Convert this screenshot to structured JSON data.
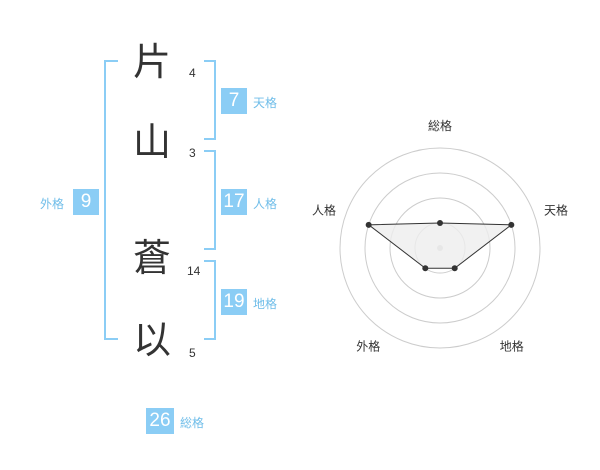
{
  "name": {
    "chars": [
      {
        "char": "片",
        "strokes": "4"
      },
      {
        "char": "山",
        "strokes": "3"
      },
      {
        "char": "蒼",
        "strokes": "14"
      },
      {
        "char": "以",
        "strokes": "5"
      }
    ]
  },
  "kakusu": {
    "tenkaku": {
      "value": "7",
      "label": "天格"
    },
    "jinkaku": {
      "value": "17",
      "label": "人格"
    },
    "chikaku": {
      "value": "19",
      "label": "地格"
    },
    "gaikaku": {
      "value": "9",
      "label": "外格"
    },
    "soukaku": {
      "value": "26",
      "label": "総格"
    }
  },
  "chart_data": {
    "type": "radar",
    "axes": [
      "総格",
      "天格",
      "地格",
      "外格",
      "人格"
    ],
    "rings": 4,
    "max": 4,
    "values": [
      1,
      3,
      1,
      1,
      3
    ],
    "line_color": "#333333",
    "fill_color": "#eeeeee",
    "grid_color": "#cccccc"
  },
  "colors": {
    "accent": "#8bcdf5",
    "label": "#6fbde9"
  }
}
